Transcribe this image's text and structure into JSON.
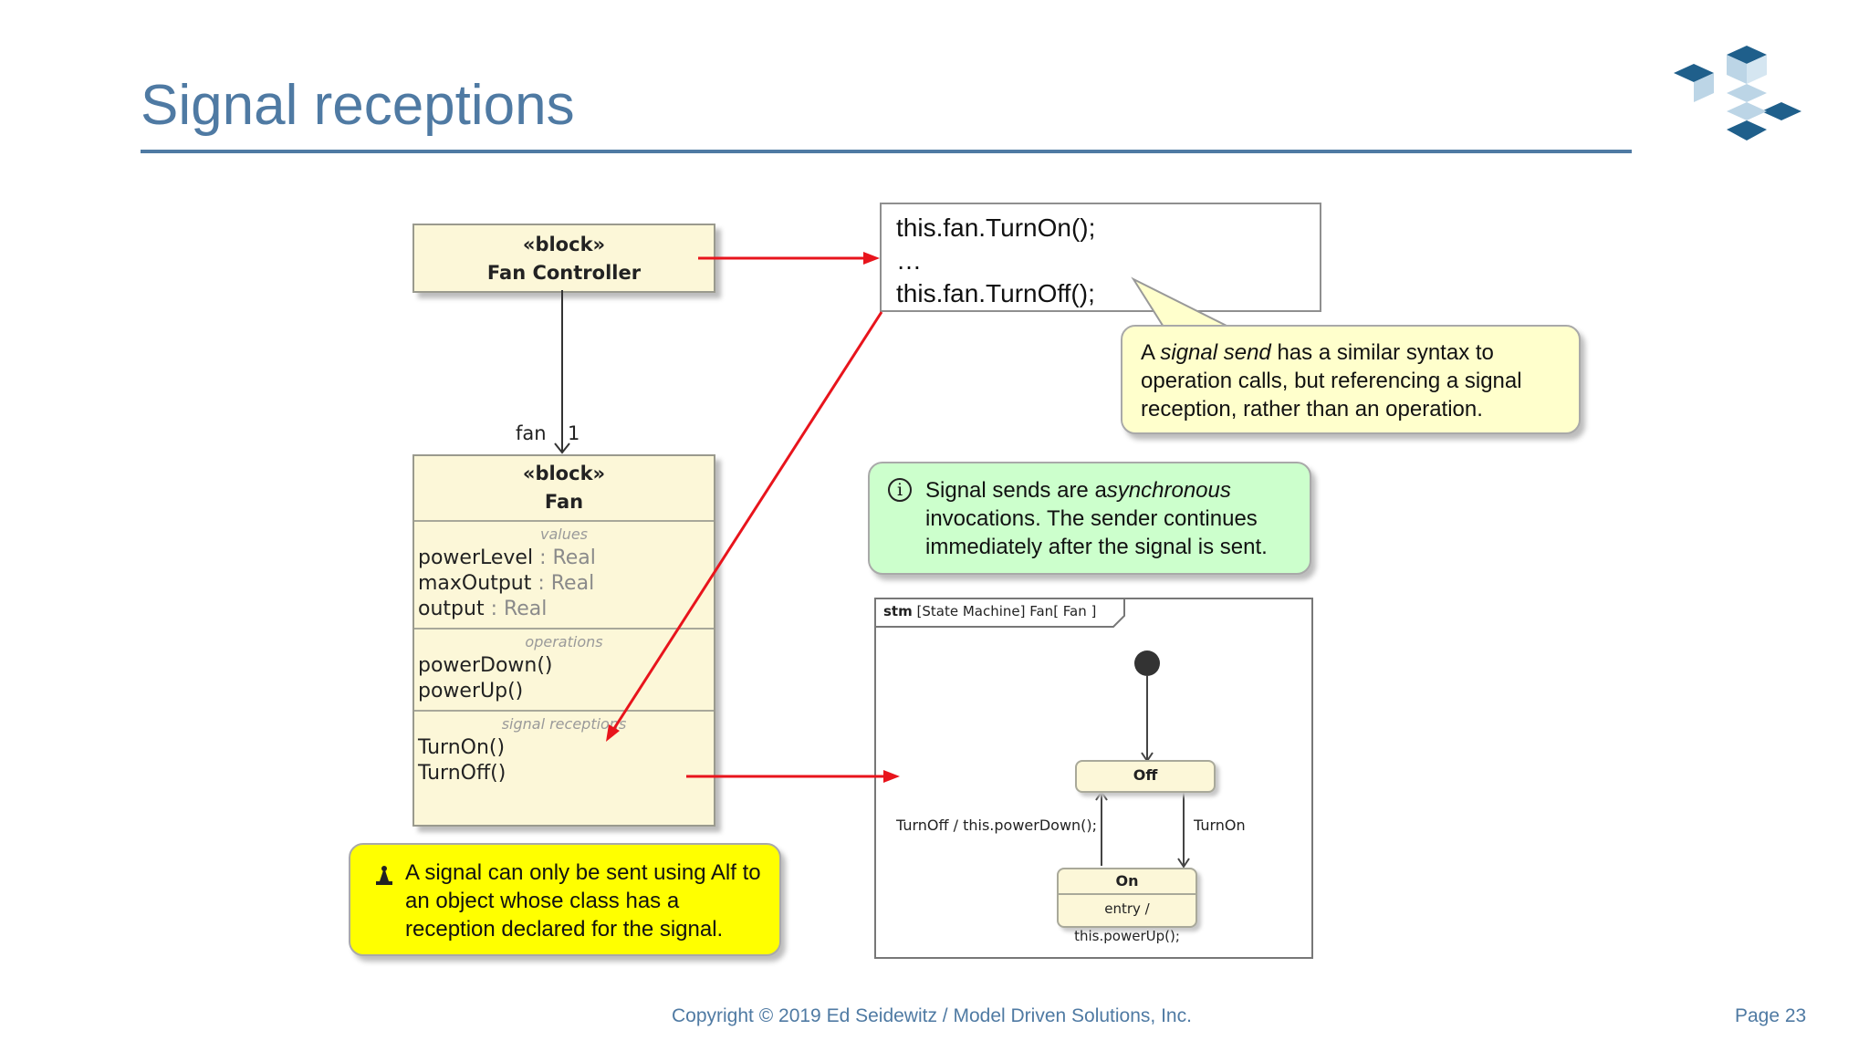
{
  "slide": {
    "title": "Signal receptions",
    "footer": "Copyright © 2019 Ed Seidewitz / Model Driven Solutions, Inc.",
    "page": "Page 23"
  },
  "logo": {
    "icon": "cube-blocks-logo",
    "colors": [
      "#1f5f8b",
      "#bcd5e6"
    ]
  },
  "fan_controller": {
    "stereotype": "«block»",
    "name": "Fan Controller"
  },
  "association": {
    "role": "fan",
    "multiplicity": "1"
  },
  "fan": {
    "stereotype": "«block»",
    "name": "Fan",
    "values_title": "values",
    "values": [
      {
        "name": "powerLevel",
        "type": " : Real"
      },
      {
        "name": "maxOutput",
        "type": " : Real"
      },
      {
        "name": "output",
        "type": " : Real"
      }
    ],
    "operations_title": "operations",
    "operations": [
      "powerDown()",
      "powerUp()"
    ],
    "receptions_title": "signal receptions",
    "receptions": [
      "TurnOn()",
      "TurnOff()"
    ]
  },
  "code": {
    "lines": [
      "this.fan.TurnOn();",
      "…",
      "this.fan.TurnOff();"
    ]
  },
  "callout_send": {
    "prefix": "A ",
    "em": "signal send",
    "rest": " has a similar syntax to operation calls, but referencing a signal reception, rather than an operation.",
    "color": "#ffffcc"
  },
  "callout_info": {
    "icon": "info-icon",
    "prefix": "Signal sends are a",
    "em": "synchronous",
    "rest": " invocations. The sender continues immediately after the signal is sent.",
    "color": "#ccffcc"
  },
  "callout_warn": {
    "icon": "warning-hand-icon",
    "text": "A signal can only be sent using Alf to an object whose class has a reception declared for the signal.",
    "color": "#ffff00"
  },
  "stm": {
    "header_kw": "stm",
    "header_text": " [State Machine] Fan[ Fan ]",
    "off": "Off",
    "on": "On",
    "on_entry": "entry / this.powerUp();",
    "t_up": "TurnOff / this.powerDown();",
    "t_down": "TurnOn"
  },
  "colors": {
    "accent": "#4f7aa3",
    "arrow": "#e8141c"
  }
}
